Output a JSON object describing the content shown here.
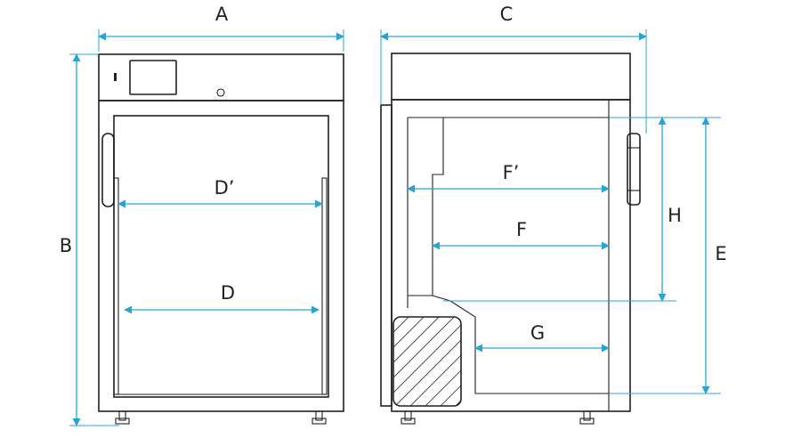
{
  "colors": {
    "dimension": "#29a3d6",
    "outline": "#231f20",
    "background": "#ffffff"
  },
  "labels": {
    "a": "A",
    "b": "B",
    "c": "C",
    "d": "D",
    "d_prime": "D’",
    "e": "E",
    "f": "F",
    "f_prime": "F’",
    "g": "G",
    "h": "H"
  }
}
